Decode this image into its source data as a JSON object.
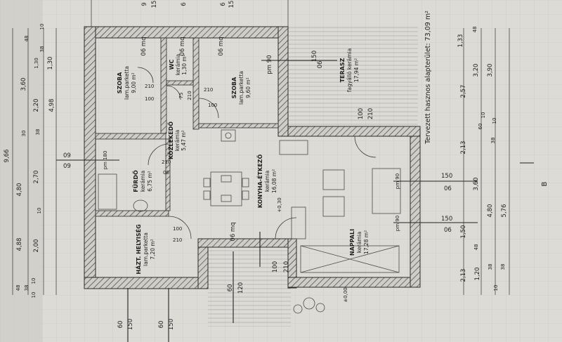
{
  "plan": {
    "area_note": "Tervezett hasznos alapterület: 73,09 m²",
    "section_mark": "B",
    "rooms": [
      {
        "id": "szoba1",
        "name": "SZOBA",
        "floor": "lam.parketta",
        "area": "9,00 m²"
      },
      {
        "id": "wc",
        "name": "WC",
        "floor": "kerámia",
        "area": "1,30 m²"
      },
      {
        "id": "szoba2",
        "name": "SZOBA",
        "floor": "lam.parketta",
        "area": "9,60 m²"
      },
      {
        "id": "terasz",
        "name": "TERASZ",
        "floor": "fagyálló kerámia",
        "area": "17,94 m²"
      },
      {
        "id": "kozlekedo",
        "name": "KÖZLEKEDŐ",
        "floor": "kerámia",
        "area": "5,47 m²"
      },
      {
        "id": "furdo",
        "name": "FÜRDŐ",
        "floor": "kerámia",
        "area": "6,75 m²"
      },
      {
        "id": "konyha",
        "name": "KONYHA-ÉTKEZŐ",
        "floor": "kerámia",
        "area": "16,08 m²"
      },
      {
        "id": "haztartasi",
        "name": "HÁZT. HELYISÉG",
        "floor": "lam.parketta",
        "area": "7,20 m²"
      },
      {
        "id": "nappali",
        "name": "NAPPALI",
        "floor": "kerámia",
        "area": "17,28 m²"
      }
    ],
    "openings": [
      "06 mq",
      "06 mq",
      "06 mq",
      "pm 90",
      "150",
      "06",
      "100",
      "210",
      "210",
      "100",
      "75",
      "210",
      "210",
      "100",
      "pm 180",
      "09",
      "09",
      "210",
      "06",
      "pm 90",
      "150",
      "06",
      "pm 90",
      "150",
      "06",
      "100",
      "210",
      "06 mq",
      "60",
      "120",
      "100",
      "210",
      "+0,30",
      "±0,00",
      "60",
      "150",
      "60",
      "150"
    ],
    "dims_left": [
      "4,88",
      "4,80",
      "9,66",
      "2,70",
      "2,20",
      "3,60",
      "4,98",
      "2,00",
      "1,30",
      "38",
      "10",
      "48",
      "1,30",
      "30",
      "38",
      "10",
      "48",
      "10",
      "38",
      "10"
    ],
    "dims_right": [
      "1,33",
      "3,20",
      "3,90",
      "2,57",
      "2,13",
      "3,60",
      "4,80",
      "5,76",
      "1,50",
      "2,13",
      "1,20",
      "48",
      "10",
      "38",
      "60",
      "10",
      "38",
      "48",
      "10",
      "38"
    ],
    "top_edge": [
      "9",
      "15",
      "6",
      "6",
      "15"
    ]
  }
}
